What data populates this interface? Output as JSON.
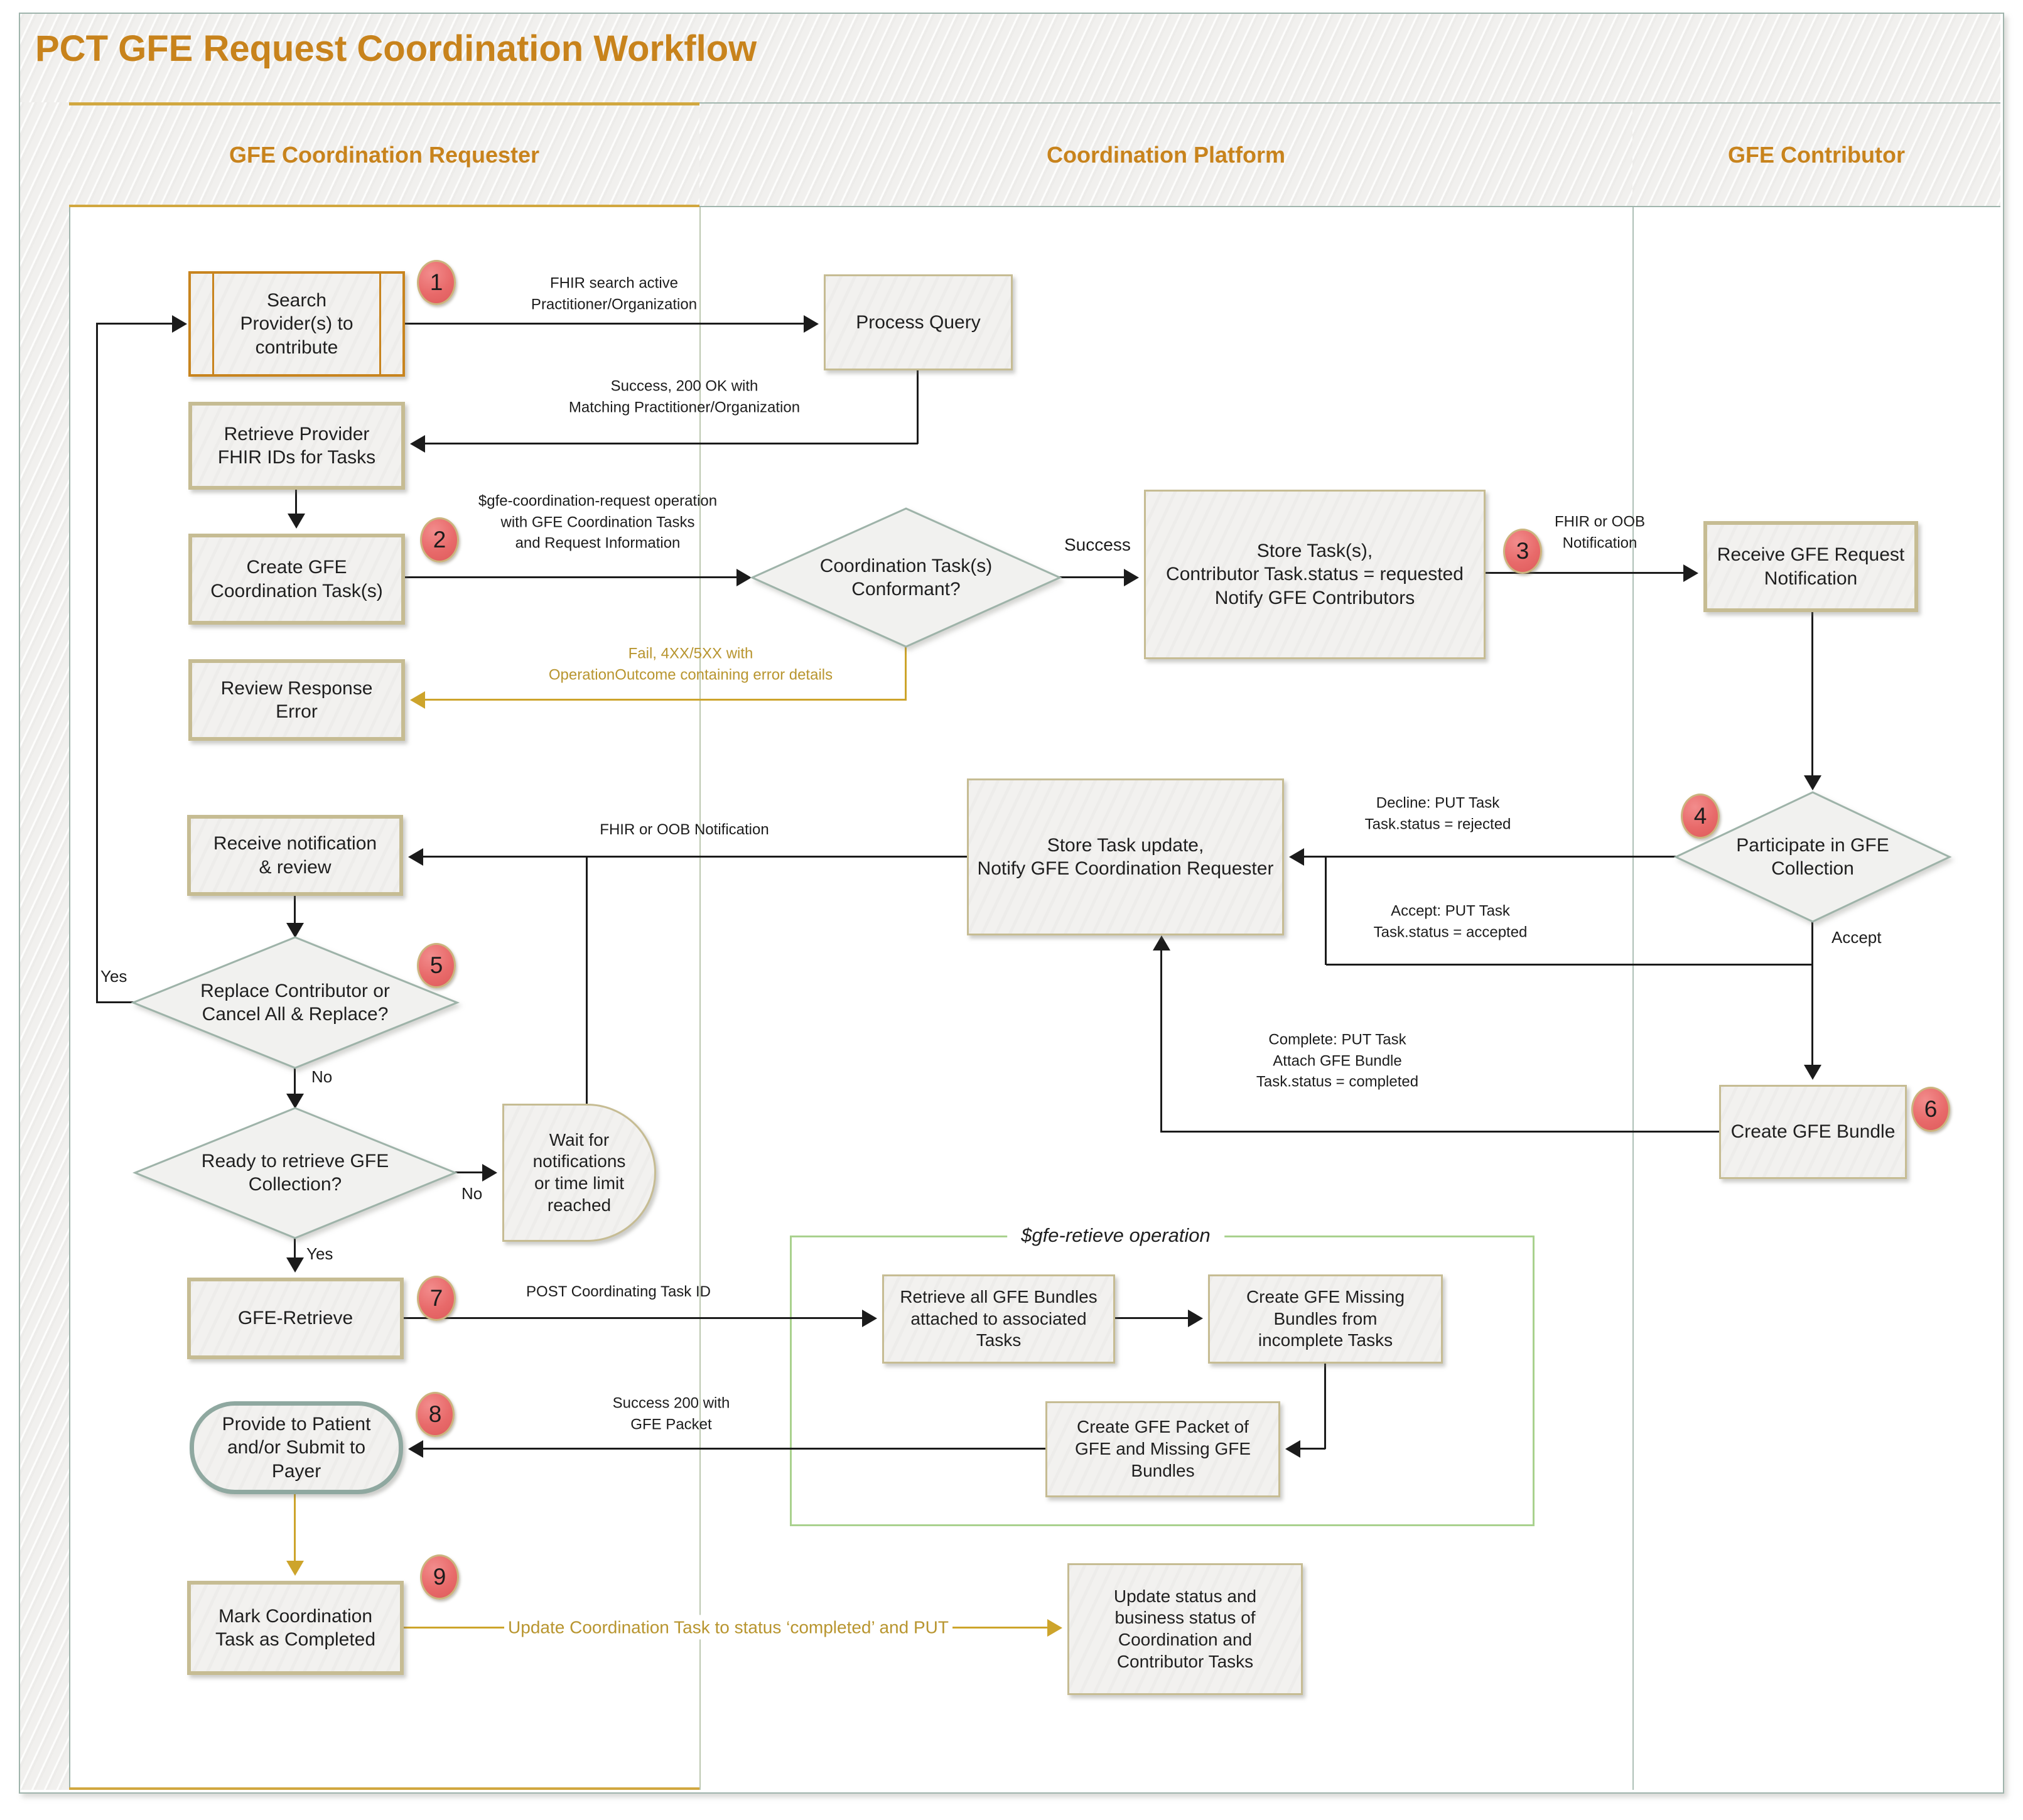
{
  "title": "PCT GFE Request Coordination Workflow",
  "lanes": {
    "requester": "GFE Coordination Requester",
    "platform": "Coordination Platform",
    "contributor": "GFE Contributor"
  },
  "group_label": "$gfe-retieve operation",
  "nodes": {
    "search_provider": "Search\nProvider(s) to\ncontribute",
    "process_query": "Process Query",
    "retrieve_provider": "Retrieve Provider\nFHIR IDs for Tasks",
    "create_tasks": "Create GFE\nCoordination Task(s)",
    "review_error": "Review Response\nError",
    "conformant": "Coordination Task(s)\nConformant?",
    "store_tasks": "Store Task(s),\nContributor Task.status = requested\nNotify GFE Contributors",
    "receive_request": "Receive GFE Request\nNotification",
    "store_update": "Store Task update,\nNotify GFE Coordination Requester",
    "participate": "Participate in GFE\nCollection",
    "receive_notification": "Receive notification\n& review",
    "replace_decision": "Replace Contributor or\nCancel All & Replace?",
    "ready_decision": "Ready to retrieve GFE\nCollection?",
    "wait_delay": "Wait for\nnotifications\nor time limit\nreached",
    "gfe_retrieve": "GFE-Retrieve",
    "retrieve_bundles": "Retrieve all GFE Bundles\nattached to associated\nTasks",
    "create_missing": "Create GFE Missing\nBundles from\nincomplete Tasks",
    "create_packet": "Create GFE Packet of\nGFE and Missing GFE\nBundles",
    "provide_patient": "Provide to Patient\nand/or Submit to\nPayer",
    "mark_completed": "Mark Coordination\nTask as Completed",
    "update_status": "Update status and\nbusiness status of\nCoordination and\nContributor Tasks",
    "create_bundle": "Create GFE Bundle"
  },
  "edges": {
    "fhir_search": "FHIR search active\nPractitioner/Organization",
    "success_200_match": "Success, 200 OK with\nMatching Practitioner/Organization",
    "gfe_coord_request": "$gfe-coordination-request operation\nwith GFE Coordination Tasks\nand Request Information",
    "success": "Success",
    "fail": "Fail, 4XX/5XX with\nOperationOutcome containing error details",
    "fhir_oob_notification_short": "FHIR or OOB\nNotification",
    "decline_put": "Decline: PUT Task\nTask.status = rejected",
    "accept_put": "Accept: PUT Task\nTask.status = accepted",
    "accept": "Accept",
    "complete_put": "Complete: PUT Task\nAttach GFE Bundle\nTask.status = completed",
    "fhir_oob_notification": "FHIR or OOB Notification",
    "yes_replace": "Yes",
    "no_replace": "No",
    "yes_ready": "Yes",
    "no_ready": "No",
    "post_task": "POST Coordinating Task ID",
    "success_200_packet": "Success 200 with\nGFE Packet",
    "update_put": "Update Coordination Task to status ‘completed’ and PUT"
  },
  "badges": {
    "b1": "1",
    "b2": "2",
    "b3": "3",
    "b4": "4",
    "b5": "5",
    "b6": "6",
    "b7": "7",
    "b8": "8",
    "b9": "9"
  },
  "colors": {
    "accent_orange": "#C8831C",
    "lane_line_teal": "#9FB4AC",
    "lane_line_gold": "#D1A73F",
    "gold_line": "#CDA42B",
    "gold_text": "#B8952F",
    "badge_fill": "#E86A6A",
    "badge_border": "#CBB47E",
    "box_border_tan": "#C6BC93",
    "search_border_orange": "#C8841E",
    "diamond_border": "#9EB3A9",
    "group_border": "#A9D18E",
    "terminator_border": "#8FA8A0"
  }
}
